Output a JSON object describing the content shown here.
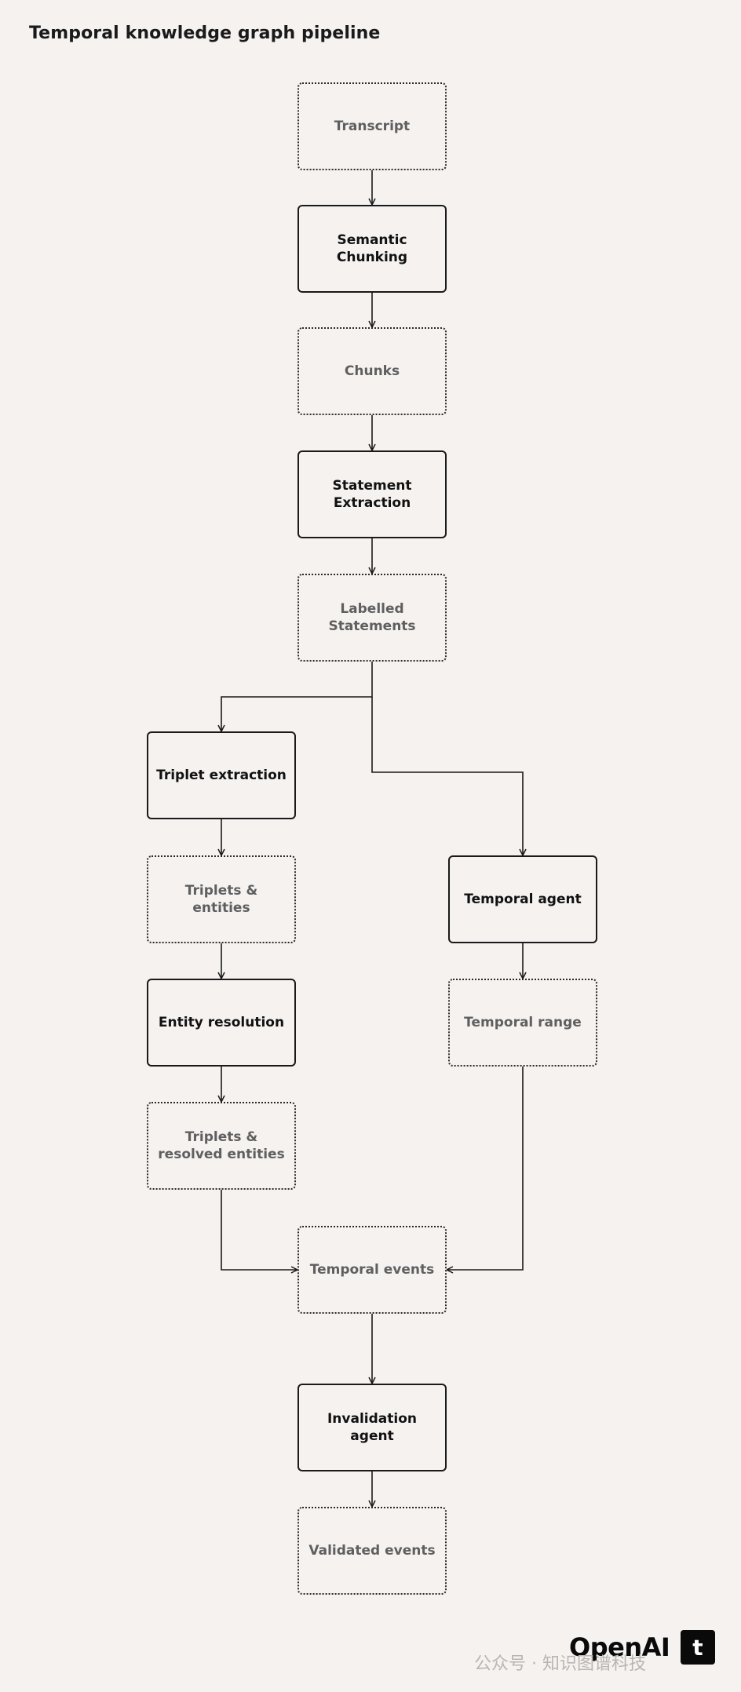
{
  "title": "Temporal knowledge graph pipeline",
  "nodes": {
    "transcript": "Transcript",
    "semantic_chunking": "Semantic Chunking",
    "chunks": "Chunks",
    "statement_extraction": "Statement Extraction",
    "labelled_statements": "Labelled Statements",
    "triplet_extraction": "Triplet extraction",
    "triplets_entities": "Triplets & entities",
    "entity_resolution": "Entity resolution",
    "triplets_resolved": "Triplets & resolved entities",
    "temporal_agent": "Temporal agent",
    "temporal_range": "Temporal range",
    "temporal_events": "Temporal events",
    "invalidation_agent": "Invalidation agent",
    "validated_events": "Validated events"
  },
  "brand": "OpenAI",
  "brand_icon": "t",
  "watermark": "公众号 · 知识图谱科技"
}
